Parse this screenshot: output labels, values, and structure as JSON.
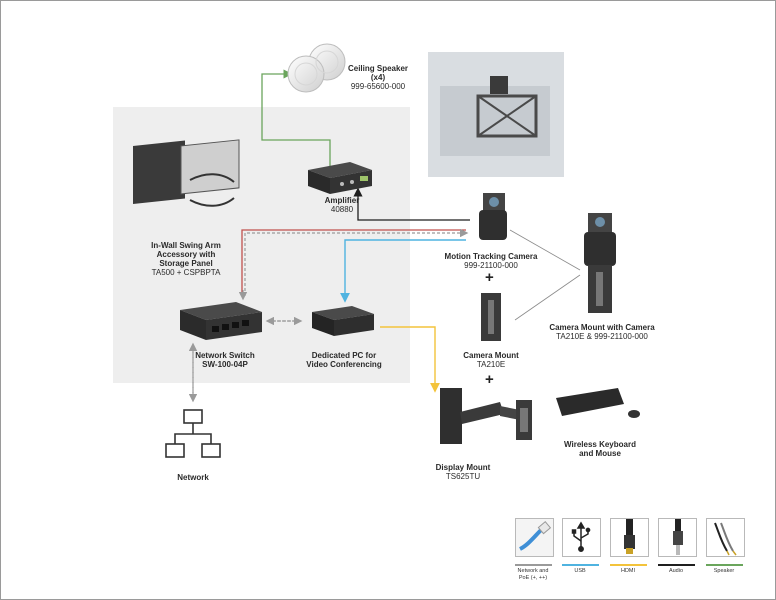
{
  "labels": {
    "ceiling_speaker": {
      "name": "Ceiling Speaker",
      "qty": "(x4)",
      "part": "999-65600-000"
    },
    "amplifier": {
      "name": "Amplifier",
      "part": "40880"
    },
    "swing_arm": {
      "line1": "In-Wall Swing Arm",
      "line2": "Accessory with",
      "line3": "Storage Panel",
      "part": "TA500 + CSPBPTA"
    },
    "tracking_camera": {
      "name": "Motion Tracking Camera",
      "part": "999-21100-000"
    },
    "camera_mount": {
      "name": "Camera Mount",
      "part": "TA210E"
    },
    "camera_mount_with_camera": {
      "name": "Camera Mount with Camera",
      "part": "TA210E & 999-21100-000"
    },
    "network_switch": {
      "name": "Network Switch",
      "part": "SW-100-04P"
    },
    "dedicated_pc": {
      "line1": "Dedicated PC for",
      "line2": "Video Conferencing"
    },
    "display_mount": {
      "name": "Display Mount",
      "part": "TS625TU"
    },
    "keyboard_mouse": {
      "line1": "Wireless Keyboard",
      "line2": "and Mouse"
    },
    "network": {
      "name": "Network"
    }
  },
  "plus_sign": "+",
  "legend": [
    {
      "label": "Network and PoE (+, ++)",
      "icon": "ethernet-cable-icon",
      "color": "#9a9a9a"
    },
    {
      "label": "USB",
      "icon": "usb-icon",
      "color": "#4fb3e0"
    },
    {
      "label": "HDMI",
      "icon": "hdmi-cable-icon",
      "color": "#f3c33b"
    },
    {
      "label": "Audio",
      "icon": "audio-cable-icon",
      "color": "#1f1f1f"
    },
    {
      "label": "Speaker",
      "icon": "speaker-wire-icon",
      "color": "#6aa55c"
    }
  ],
  "colors": {
    "network": "#9a9a9a",
    "usb": "#4fb3e0",
    "hdmi": "#f3c33b",
    "audio": "#1f1f1f",
    "speaker": "#6aa55c",
    "camera_dual": "#c0504d"
  }
}
